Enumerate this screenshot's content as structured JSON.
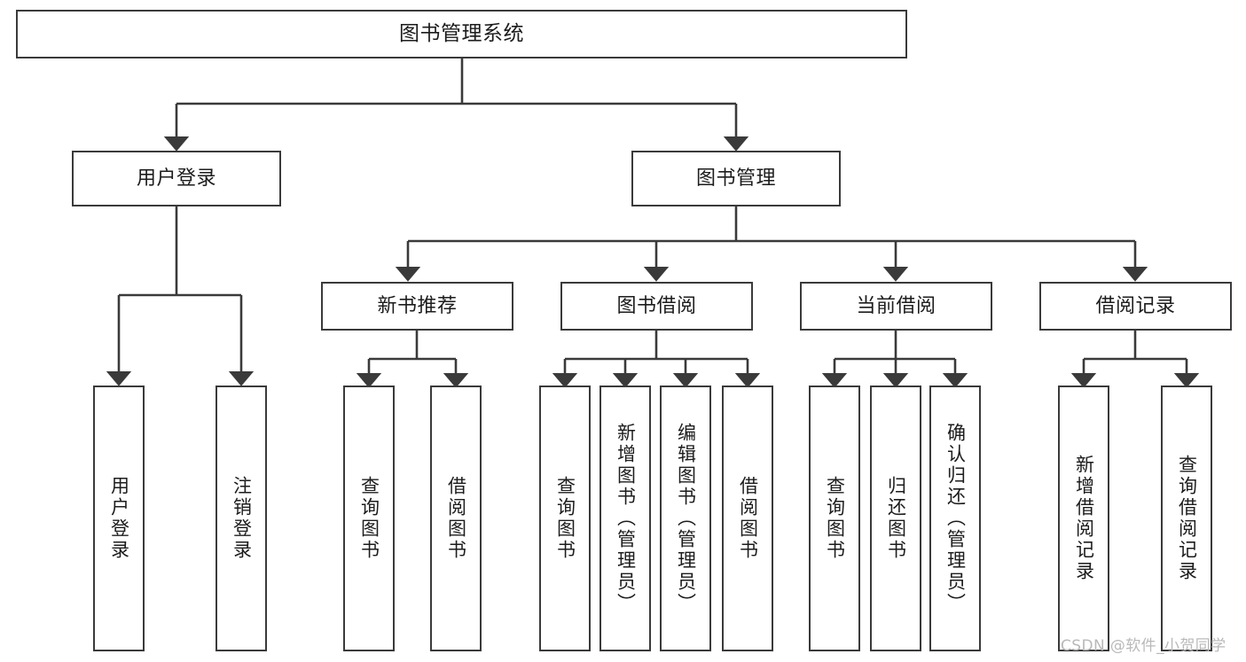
{
  "diagram": {
    "title_node": {
      "label": "图书管理系统"
    },
    "level2": [
      {
        "label": "用户登录"
      },
      {
        "label": "图书管理"
      }
    ],
    "level3": [
      {
        "label": "新书推荐"
      },
      {
        "label": "图书借阅"
      },
      {
        "label": "当前借阅"
      },
      {
        "label": "借阅记录"
      }
    ],
    "leaves": {
      "user_login": [
        {
          "label": "用户登录"
        },
        {
          "label": "注销登录"
        }
      ],
      "new_book_recommend": [
        {
          "label": "查询图书"
        },
        {
          "label": "借阅图书"
        }
      ],
      "book_borrow": [
        {
          "label": "查询图书"
        },
        {
          "label": "新增图书（管理员）"
        },
        {
          "label": "编辑图书（管理员）"
        },
        {
          "label": "借阅图书"
        }
      ],
      "current_borrow": [
        {
          "label": "查询图书"
        },
        {
          "label": "归还图书"
        },
        {
          "label": "确认归还（管理员）"
        }
      ],
      "borrow_record": [
        {
          "label": "新增借阅记录"
        },
        {
          "label": "查询借阅记录"
        }
      ]
    },
    "watermark": "CSDN @软件_小贺同学",
    "colors": {
      "stroke": "#3a3a3a",
      "fill": "#ffffff",
      "text": "#1c1c1c",
      "watermark": "#b9b9b9"
    }
  }
}
